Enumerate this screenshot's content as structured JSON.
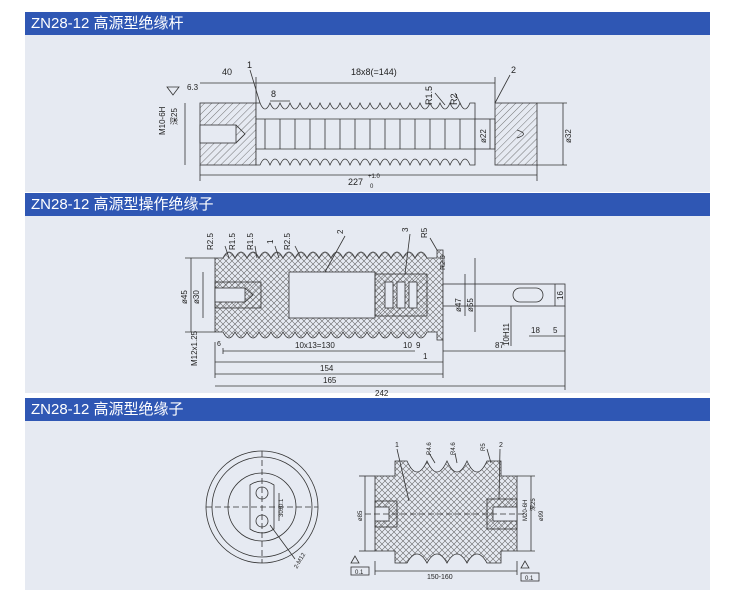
{
  "sections": [
    {
      "title": "ZN28-12 高源型绝缘杆",
      "labels": {
        "d40": "40",
        "d18x8": "18x8(=144)",
        "p1": "1",
        "p2": "2",
        "d8": "8",
        "r15": "R1.5",
        "r2": "R2",
        "m10": "M10-6H",
        "deep25": "深25",
        "rough": "6.3",
        "phi22": "ø22",
        "phi32": "ø32",
        "d227": "227",
        "tolUp": "+1.0",
        "tolDn": "0"
      }
    },
    {
      "title": "ZN28-12 高源型操作绝缘子",
      "labels": {
        "r25a": "R2.5",
        "r15a": "R1.5",
        "r15b": "R1.5",
        "p1": "1",
        "r25b": "R2.5",
        "p2": "2",
        "p3": "3",
        "r5": "R5",
        "r25c": "R2.5",
        "phi45": "ø45",
        "phi30": "ø30",
        "m12": "M12x1.25",
        "d6": "6",
        "d10x13": "10x13=130",
        "d10": "10",
        "d9": "9",
        "d1": "1",
        "d154": "154",
        "d165": "165",
        "d242": "242",
        "phi47": "ø47",
        "phi55": "ø55",
        "h11": "10H11",
        "d16": "16",
        "d18": "18",
        "d5": "5",
        "d87": "87"
      }
    },
    {
      "title": "ZN28-12 高源型绝缘子",
      "labels": {
        "d30": "30±0.1",
        "m12": "2-M12",
        "p1": "1",
        "r46a": "R4.6",
        "r46b": "R4.6",
        "r5": "R5",
        "p2": "2",
        "phi85": "ø85",
        "m20": "M20-6H",
        "deep25": "深25",
        "phi99": "ø99",
        "d150": "150-160",
        "tol1": "0.1",
        "tol2": "0.1"
      }
    }
  ],
  "colors": {
    "header_bg": "#2f57b4",
    "panel_bg": "#e6eaf2",
    "line": "#333333",
    "hatch": "#555555"
  }
}
